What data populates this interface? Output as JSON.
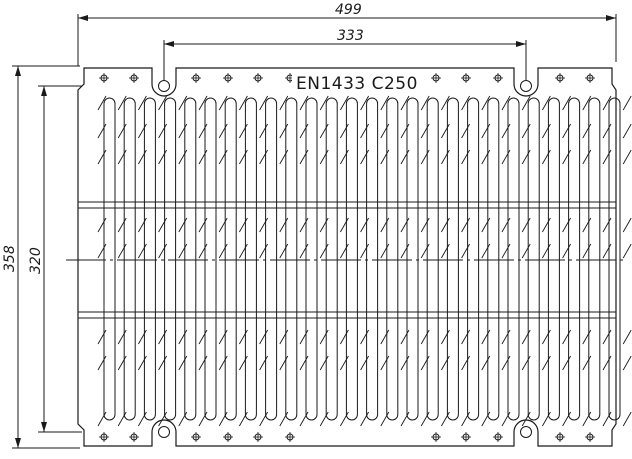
{
  "dimensions": {
    "overall_width": "499",
    "slot_pitch": "333",
    "overall_height": "358",
    "inner_height": "320"
  },
  "marking": "EN1433 C250"
}
